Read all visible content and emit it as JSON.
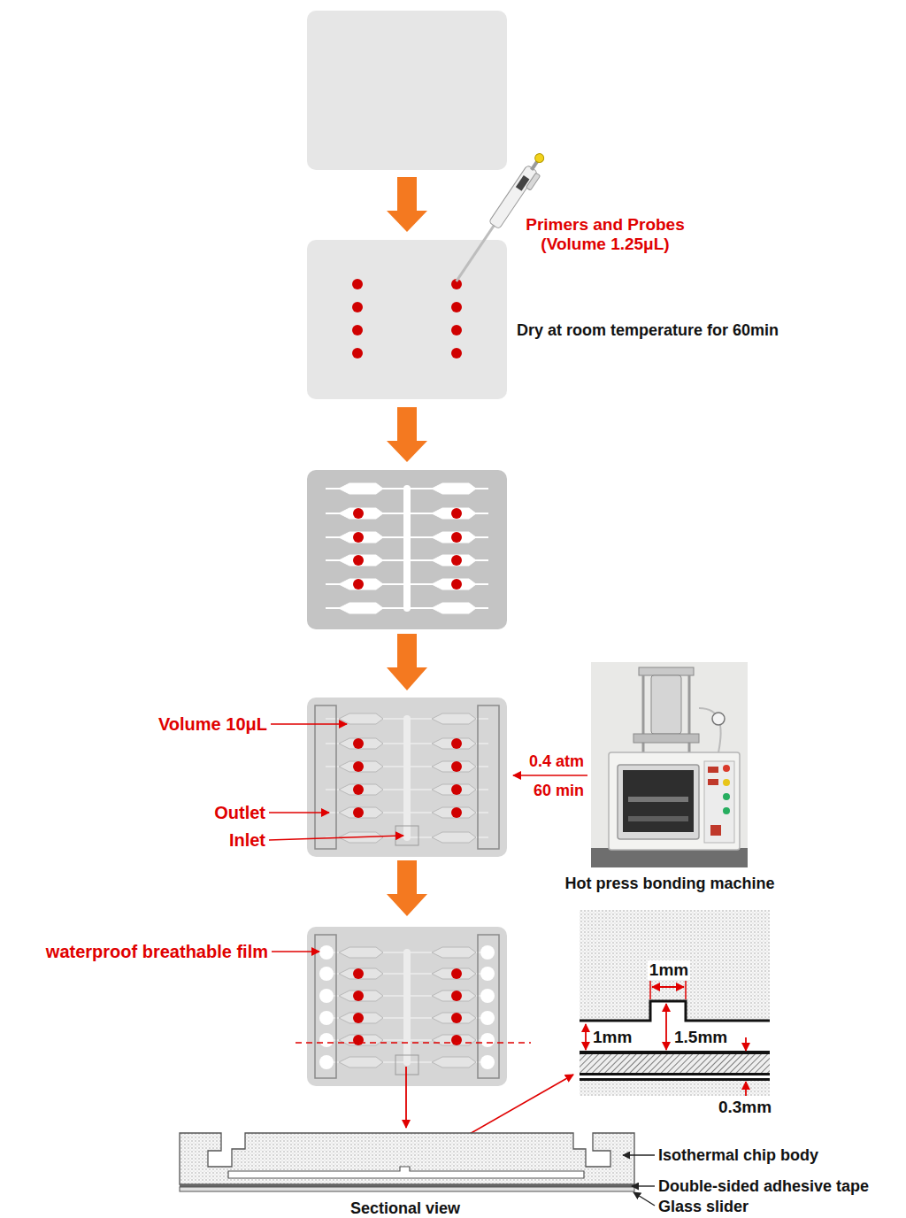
{
  "diagram": {
    "labels": [
      "Primers and Probes (Volume 1.25μL)",
      "Dry at room temperature for 60min",
      "Volume 10μL",
      "0.4 atm",
      "60 min",
      "Outlet",
      "Inlet",
      "Hot press bonding machine",
      "waterproof breathable film",
      "1mm",
      "1mm",
      "1.5mm",
      "0.3mm",
      "Isothermal chip body",
      "Double-sided adhesive tape",
      "Glass slider",
      "Sectional view"
    ]
  }
}
